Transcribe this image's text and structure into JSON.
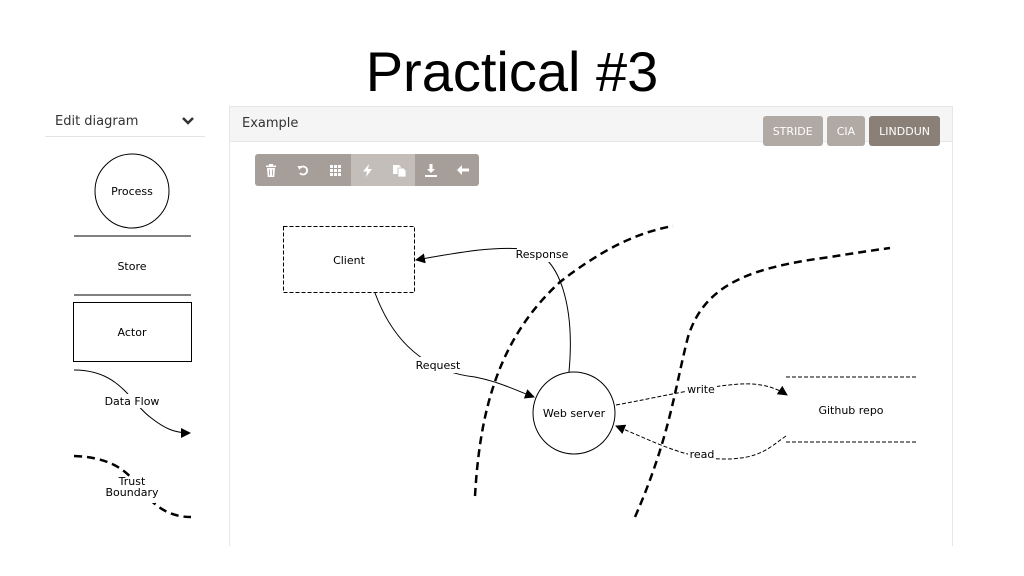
{
  "page": {
    "title": "Practical #3"
  },
  "stencil": {
    "header_label": "Edit diagram",
    "items": {
      "process": "Process",
      "store": "Store",
      "actor": "Actor",
      "flow": "Data Flow",
      "boundary_line1": "Trust",
      "boundary_line2": "Boundary"
    }
  },
  "panel": {
    "title": "Example",
    "buttons": {
      "stride": "STRIDE",
      "cia": "CIA",
      "linddun": "LINDDUN"
    }
  },
  "toolbar": {
    "tools": [
      "delete-icon",
      "undo-icon",
      "grid-icon",
      "flash-icon",
      "copy-icon",
      "download-icon",
      "back-arrow-icon"
    ]
  },
  "diagram": {
    "nodes": {
      "client": "Client",
      "web_server": "Web server",
      "github_repo": "Github repo"
    },
    "flows": {
      "response": "Response",
      "request": "Request",
      "write": "write",
      "read": "read"
    }
  },
  "colors": {
    "button_light": "#b1a9a3",
    "button_dark": "#8a8077",
    "toolbar": "#a69e98"
  }
}
